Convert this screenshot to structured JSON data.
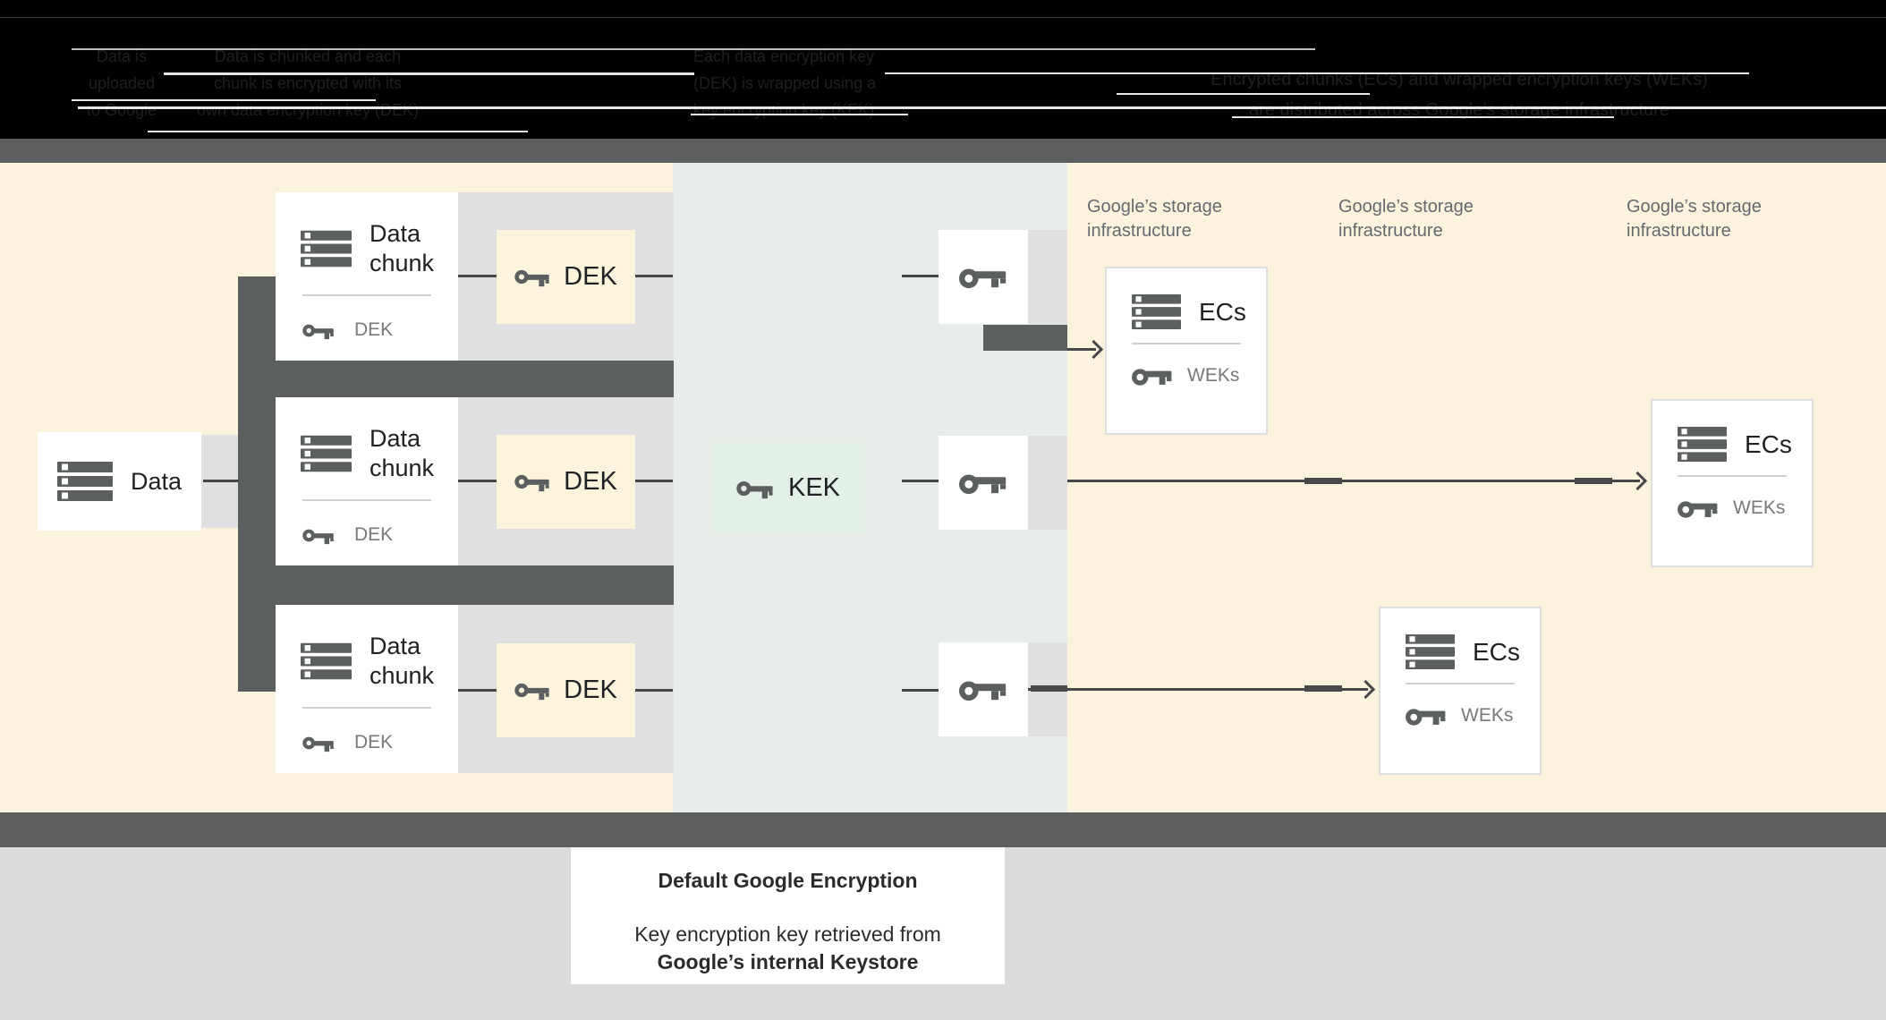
{
  "colors": {
    "cream_bg": "#FBF3DE",
    "zone_bg": "#E8ECEA",
    "band_gray": "#E0E0E0",
    "bar_dark_gray": "#5C5F5F",
    "divider_gray": "#5D5E5E",
    "mint_kek": "#E3F0E8",
    "dek_cream": "#FCF4DC",
    "bottom_gray": "#DBDBDB",
    "line_dark": "#474747",
    "text_dark": "#202124",
    "text_gray": "#77797B",
    "storage_label_gray": "#66696D",
    "header_black": "#000000"
  },
  "header": {
    "captions": [
      {
        "lines": [
          "Data is",
          "uploaded",
          "to Google"
        ]
      },
      {
        "lines": [
          "Data is chunked and each",
          "chunk is encrypted with its",
          "own data encryption key (DEK)"
        ]
      },
      {
        "lines": [
          "Each data encryption key",
          "(DEK) is wrapped using a",
          "key encryption key (KEK)"
        ]
      },
      {
        "lines": [
          "Encrypted chunks (ECs) and wrapped encryption keys (WEKs)",
          "are distributed across Google’s storage infrastructure"
        ]
      }
    ]
  },
  "diagram": {
    "data_box": {
      "label": "Data"
    },
    "chunk_boxes": [
      {
        "title_line1": "Data",
        "title_line2": "chunk",
        "key_label": "DEK"
      },
      {
        "title_line1": "Data",
        "title_line2": "chunk",
        "key_label": "DEK"
      },
      {
        "title_line1": "Data",
        "title_line2": "chunk",
        "key_label": "DEK"
      }
    ],
    "dek_boxes": [
      {
        "label": "DEK"
      },
      {
        "label": "DEK"
      },
      {
        "label": "DEK"
      }
    ],
    "kek_box": {
      "label": "KEK"
    },
    "storage_labels": [
      {
        "line1": "Google’s storage",
        "line2": "infrastructure"
      },
      {
        "line1": "Google’s storage",
        "line2": "infrastructure"
      },
      {
        "line1": "Google’s storage",
        "line2": "infrastructure"
      }
    ],
    "ec_boxes": [
      {
        "title": "ECs",
        "key_label": "WEKs"
      },
      {
        "title": "ECs",
        "key_label": "WEKs"
      },
      {
        "title": "ECs",
        "key_label": "WEKs"
      }
    ]
  },
  "footer": {
    "title": "Default Google Encryption",
    "line1": "Key encryption key retrieved from",
    "line2": "Google’s internal Keystore"
  }
}
